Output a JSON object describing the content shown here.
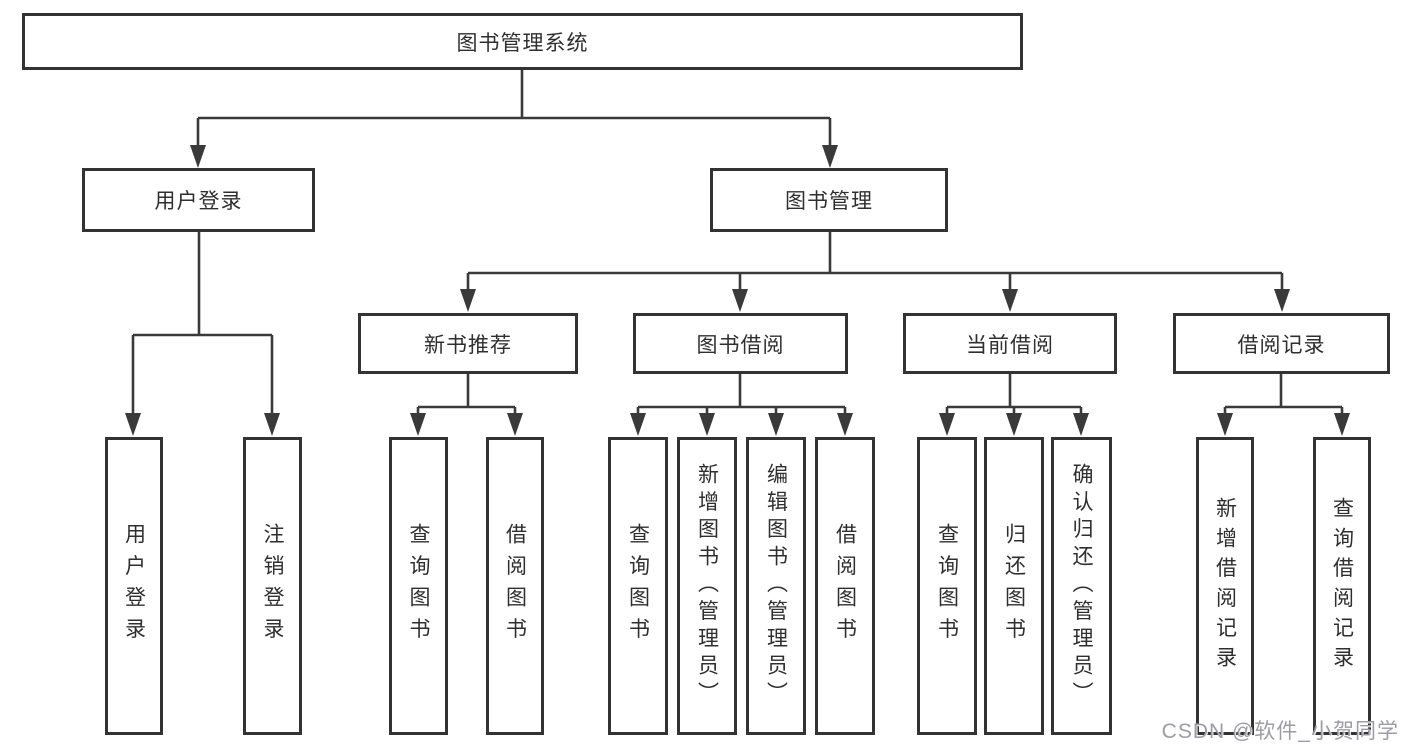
{
  "title": "图书管理系统",
  "watermark": "CSDN @软件_小贺同学",
  "colors": {
    "background": "#ffffff",
    "line": "#3a3a3a",
    "box_border": "#333333",
    "text": "#2f2f2f",
    "watermark": "#9c9ca3"
  },
  "nodes": {
    "root": "图书管理系统",
    "user_login": "用户登录",
    "book_mgmt": "图书管理",
    "new_book_rec": "新书推荐",
    "book_borrow": "图书借阅",
    "current_borrow": "当前借阅",
    "borrow_records": "借阅记录",
    "ul_login": "用户登录",
    "ul_logout": "注销登录",
    "nb_query": "查询图书",
    "nb_borrow": "借阅图书",
    "bb_query": "查询图书",
    "bb_add": "新增图书（管理员）",
    "bb_edit": "编辑图书（管理员）",
    "bb_borrow": "借阅图书",
    "cb_query": "查询图书",
    "cb_return": "归还图书",
    "cb_confirm": "确认归还（管理员）",
    "br_add": "新增借阅记录",
    "br_query": "查询借阅记录"
  },
  "tree": {
    "图书管理系统": {
      "用户登录": [
        "用户登录",
        "注销登录"
      ],
      "图书管理": {
        "新书推荐": [
          "查询图书",
          "借阅图书"
        ],
        "图书借阅": [
          "查询图书",
          "新增图书（管理员）",
          "编辑图书（管理员）",
          "借阅图书"
        ],
        "当前借阅": [
          "查询图书",
          "归还图书",
          "确认归还（管理员）"
        ],
        "借阅记录": [
          "新增借阅记录",
          "查询借阅记录"
        ]
      }
    }
  }
}
